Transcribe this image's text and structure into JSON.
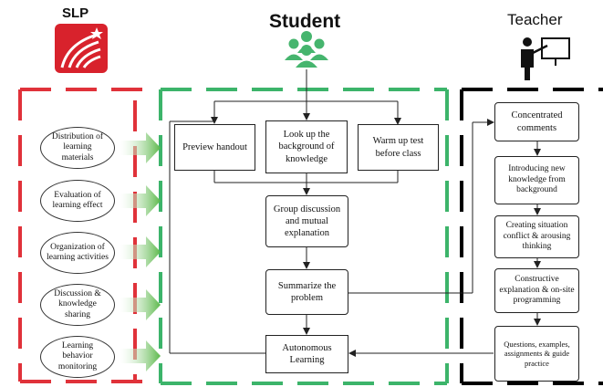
{
  "headers": {
    "slp": "SLP",
    "student": "Student",
    "teacher": "Teacher"
  },
  "slp_items": [
    "Distribution of learning materials",
    "Evaluation of learning effect",
    "Organization of learning activities",
    "Discussion & knowledge sharing",
    "Learning behavior monitoring"
  ],
  "student": {
    "preview": "Preview handout",
    "lookup": "Look up the background of knowledge",
    "warmup": "Warm up test before class",
    "group": "Group discussion and mutual explanation",
    "summarize": "Summarize the problem",
    "autonomous": "Autonomous Learning"
  },
  "teacher_steps": [
    "Concentrated comments",
    "Introducing new knowledge from background",
    "Creating situation conflict & arousing thinking",
    "Constructive explanation & on-site programming",
    "Questions, examples, assignments & guide practice"
  ],
  "colors": {
    "slp_red": "#e0323a",
    "student_green": "#3cb46a",
    "teacher_black": "#000000",
    "arrow_green": "#6fbf4a"
  },
  "icons": [
    "slp-logo-icon",
    "student-group-icon",
    "teacher-board-icon"
  ]
}
